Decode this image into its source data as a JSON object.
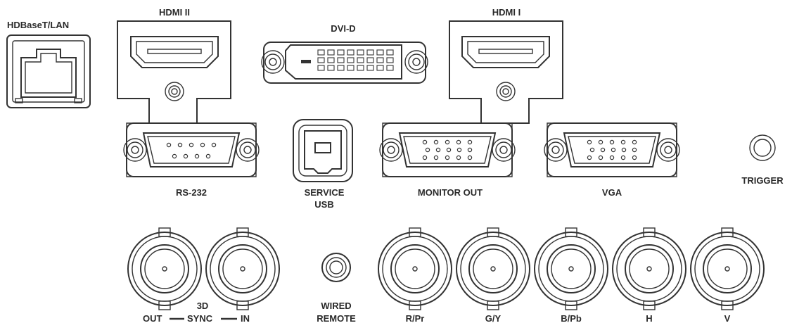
{
  "ports": {
    "hdbaset": "HDBaseT/LAN",
    "hdmi2": "HDMI II",
    "dvid": "DVI-D",
    "hdmi1": "HDMI I",
    "rs232": "RS-232",
    "service_usb_line1": "SERVICE",
    "service_usb_line2": "USB",
    "monitor_out": "MONITOR OUT",
    "vga": "VGA",
    "trigger": "TRIGGER",
    "sync_3d": "3D",
    "sync_out": "OUT",
    "sync_word": "SYNC",
    "sync_in": "IN",
    "wired_line1": "WIRED",
    "wired_line2": "REMOTE",
    "r_pr": "R/Pr",
    "g_y": "G/Y",
    "b_pb": "B/Pb",
    "h": "H",
    "v": "V"
  }
}
